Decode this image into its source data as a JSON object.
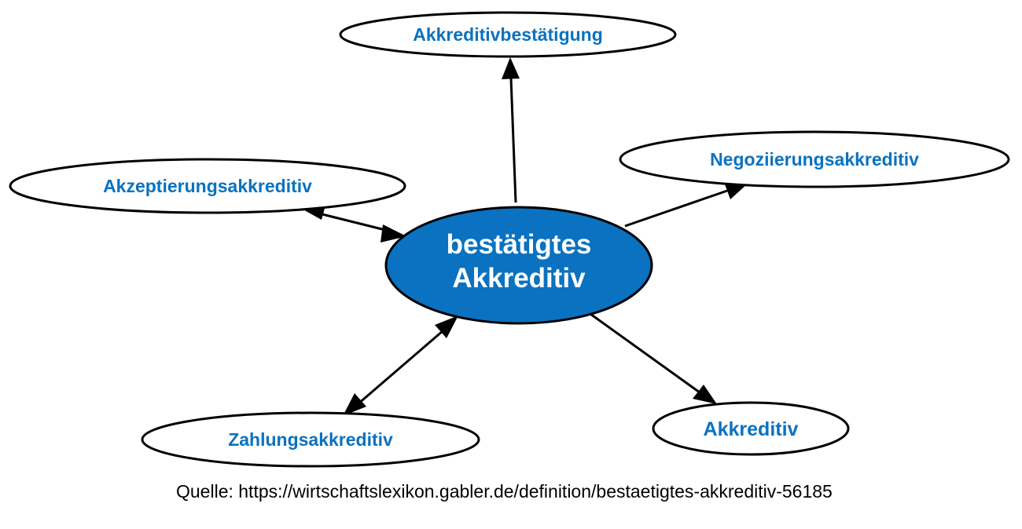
{
  "center": {
    "line1": "bestätigtes",
    "line2": "Akkreditiv"
  },
  "nodes": {
    "top": "Akkreditivbestätigung",
    "left": "Akzeptierungsakkreditiv",
    "right": "Negoziierungsakkreditiv",
    "bottom_left": "Zahlungsakkreditiv",
    "bottom_right": "Akkreditiv"
  },
  "edges": [
    {
      "from": "center",
      "to": "top",
      "direction": "forward"
    },
    {
      "from": "center",
      "to": "right",
      "direction": "forward"
    },
    {
      "from": "center",
      "to": "left",
      "direction": "both"
    },
    {
      "from": "center",
      "to": "bottom_left",
      "direction": "both"
    },
    {
      "from": "center",
      "to": "bottom_right",
      "direction": "forward"
    }
  ],
  "source": "Quelle: https://wirtschaftslexikon.gabler.de/definition/bestaetigtes-akkreditiv-56185",
  "colors": {
    "center_fill": "#0a72c0",
    "node_text": "#0a72c0",
    "stroke": "#000000"
  }
}
